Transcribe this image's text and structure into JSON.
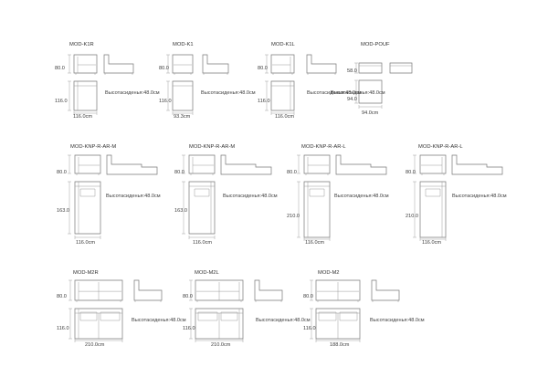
{
  "sheet_title": "",
  "seat_height_prefix": "Высотасиденья:",
  "modules": [
    {
      "id": "mod-k1r",
      "name": "MOD-K1R",
      "back_height": "80.0",
      "depth": "116.0",
      "width": "116.0cm",
      "seat_height": "48.0см",
      "kind": "k1r"
    },
    {
      "id": "mod-k1",
      "name": "MOD-K1",
      "back_height": "80.0",
      "depth": "116.0",
      "width": "93.3cm",
      "seat_height": "48.0см",
      "kind": "k1"
    },
    {
      "id": "mod-k1l",
      "name": "MOD-K1L",
      "back_height": "80.0",
      "depth": "116.0",
      "width": "116.0cm",
      "seat_height": "48.0см",
      "kind": "k1l"
    },
    {
      "id": "mod-pouf",
      "name": "MOD-POUF",
      "back_height": "58.0",
      "depth": "94.0",
      "width": "94.0cm",
      "seat_height": "48.0см",
      "kind": "pouf"
    },
    {
      "id": "mod-knp-r-ar-m-a",
      "name": "MOD-KNP-R-AR-M",
      "back_height": "80.0",
      "depth": "163.0",
      "width": "116.0cm",
      "seat_height": "48.0см",
      "kind": "knp-r"
    },
    {
      "id": "mod-knp-r-ar-m-b",
      "name": "MOD-KNP-R-AR-M",
      "back_height": "80.0",
      "depth": "163.0",
      "width": "116.0cm",
      "seat_height": "48.0см",
      "kind": "knp-l"
    },
    {
      "id": "mod-knp-r-ar-l-a",
      "name": "MOD-KNP-R-AR-L",
      "back_height": "80.0",
      "depth": "210.0",
      "width": "116.0cm",
      "seat_height": "48.0см",
      "kind": "knp-rl"
    },
    {
      "id": "mod-knp-r-ar-l-b",
      "name": "MOD-KNP-R-AR-L",
      "back_height": "80.0",
      "depth": "210.0",
      "width": "116.0cm",
      "seat_height": "48.0см",
      "kind": "knp-ll"
    },
    {
      "id": "mod-m2r",
      "name": "MOD-M2R",
      "back_height": "80.0",
      "depth": "116.0",
      "width": "210.0cm",
      "seat_height": "48.0см",
      "kind": "m2r"
    },
    {
      "id": "mod-m2l",
      "name": "MOD-M2L",
      "back_height": "80.0",
      "depth": "116.0",
      "width": "210.0cm",
      "seat_height": "48.0см",
      "kind": "m2l"
    },
    {
      "id": "mod-m2",
      "name": "MOD-M2",
      "back_height": "80.0",
      "depth": "116.0",
      "width": "188.0cm",
      "seat_height": "48.0см",
      "kind": "m2"
    }
  ]
}
